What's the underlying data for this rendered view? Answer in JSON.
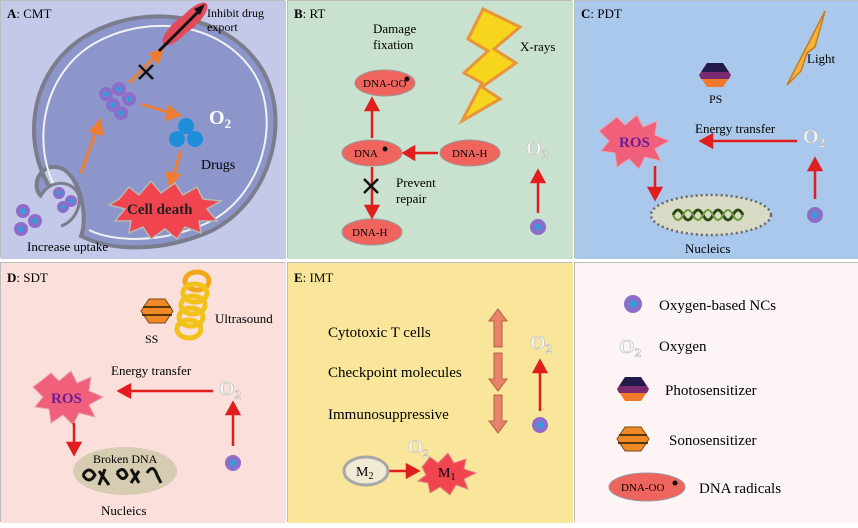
{
  "colors": {
    "cmt_bg": "#c5c9e9",
    "rt_bg": "#c9e1cf",
    "pdt_bg": "#a9c8ec",
    "sdt_bg": "#fadfdb",
    "imt_bg": "#f9e69a",
    "legend_bg": "#fdf5f5",
    "red_arrow": "#e01e1e",
    "orange_arrow": "#ee7d34",
    "dna_fill": "#f0645e"
  },
  "panels": {
    "cmt": {
      "letter": "A",
      "title": ": CMT",
      "inhibit_line1": "Inhibit drug",
      "inhibit_line2": "export",
      "o2": "O",
      "o2_sub": "2",
      "drugs": "Drugs",
      "cell_death": "Cell death",
      "increase_uptake": "Increase uptake"
    },
    "rt": {
      "letter": "B",
      "title": ": RT",
      "damage_line1": "Damage",
      "damage_line2": "fixation",
      "xrays": "X-rays",
      "dna_oo": "DNA-OO",
      "dna": "DNA",
      "dna_h_right": "DNA-H",
      "dna_h_bottom": "DNA-H",
      "prevent_line1": "Prevent",
      "prevent_line2": "repair",
      "o2": "O",
      "o2_sub": "2"
    },
    "pdt": {
      "letter": "C",
      "title": ": PDT",
      "light": "Light",
      "ps": "PS",
      "energy_transfer": "Energy transfer",
      "ros": "ROS",
      "o2": "O",
      "o2_sub": "2",
      "nucleics": "Nucleics"
    },
    "sdt": {
      "letter": "D",
      "title": ": SDT",
      "ultrasound": "Ultrasound",
      "ss": "SS",
      "energy_transfer": "Energy transfer",
      "ros": "ROS",
      "o2": "O",
      "o2_sub": "2",
      "broken_dna": "Broken DNA",
      "nucleics": "Nucleics"
    },
    "imt": {
      "letter": "E",
      "title": ": IMT",
      "cytotoxic": "Cytotoxic T cells",
      "checkpoint": "Checkpoint molecules",
      "immunosuppressive": "Immunosuppressive",
      "m2": "M",
      "m2_sub": "2",
      "m1": "M",
      "m1_sub": "1",
      "o2_mid": "O",
      "o2_mid_sub": "2",
      "o2_right": "O",
      "o2_right_sub": "2"
    },
    "legend": {
      "nc": "Oxygen-based NCs",
      "oxygen_sym": "O",
      "oxygen_sub": "2",
      "oxygen": "Oxygen",
      "photosensitizer": "Photosensitizer",
      "sonosensitizer": "Sonosensitizer",
      "dna_oo": "DNA-OO",
      "dna_radicals": "DNA radicals"
    }
  }
}
